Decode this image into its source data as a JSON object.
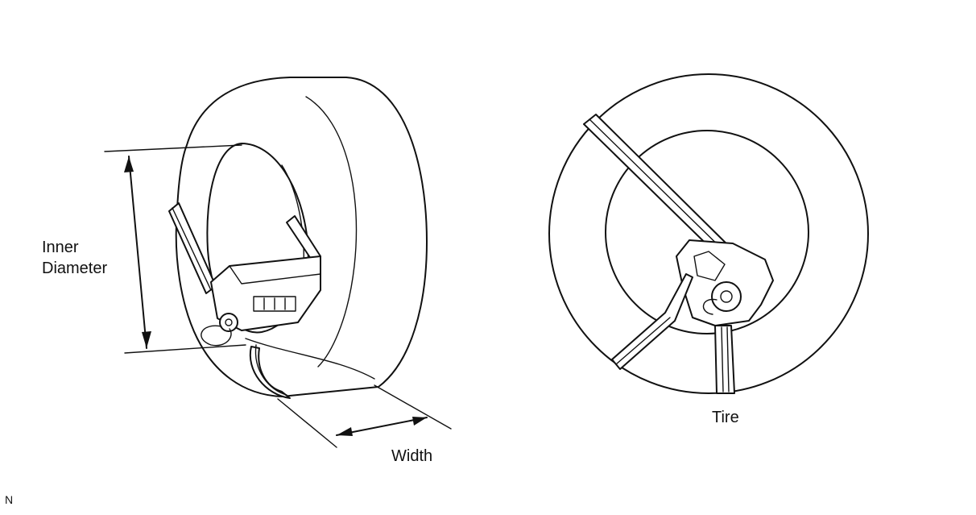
{
  "labels": {
    "inner_diameter_line1": "Inner",
    "inner_diameter_line2": "Diameter",
    "width": "Width",
    "tire": "Tire",
    "corner_mark": "N"
  },
  "colors": {
    "line": "#111111",
    "background": "#ffffff"
  }
}
